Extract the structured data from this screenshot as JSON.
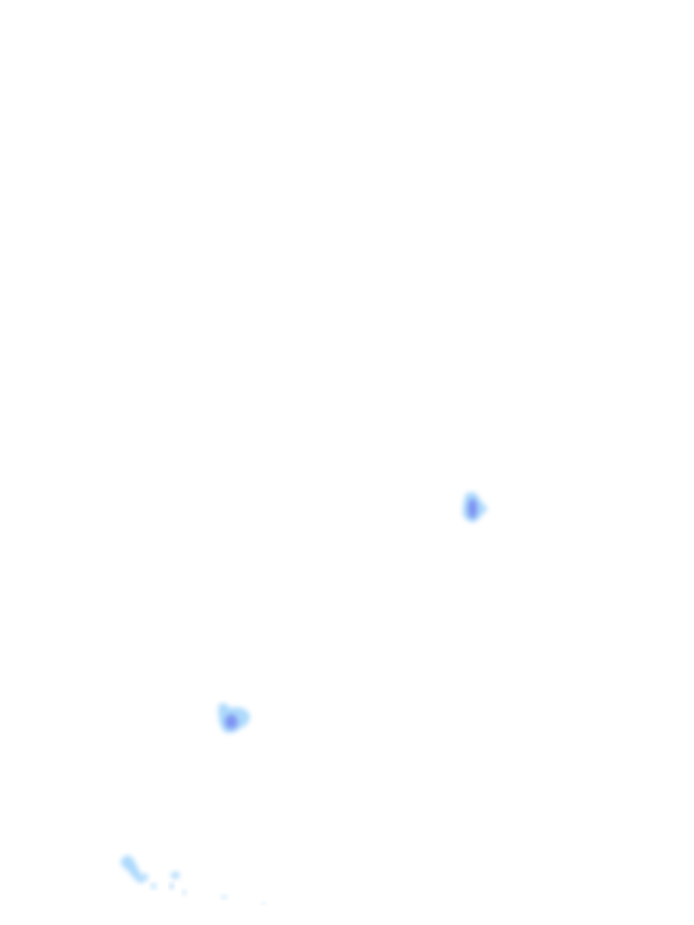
{
  "map": {
    "layer": "precipitation-radar",
    "background_color": "#ffffff",
    "colors": {
      "light": "#9fd3fb",
      "moderate": "#7ab6f5",
      "heavy": "#6f7ef0"
    },
    "cells": [
      {
        "intensity": "heavy"
      },
      {
        "intensity": "heavy"
      },
      {
        "intensity": "light"
      },
      {
        "intensity": "light"
      }
    ]
  }
}
